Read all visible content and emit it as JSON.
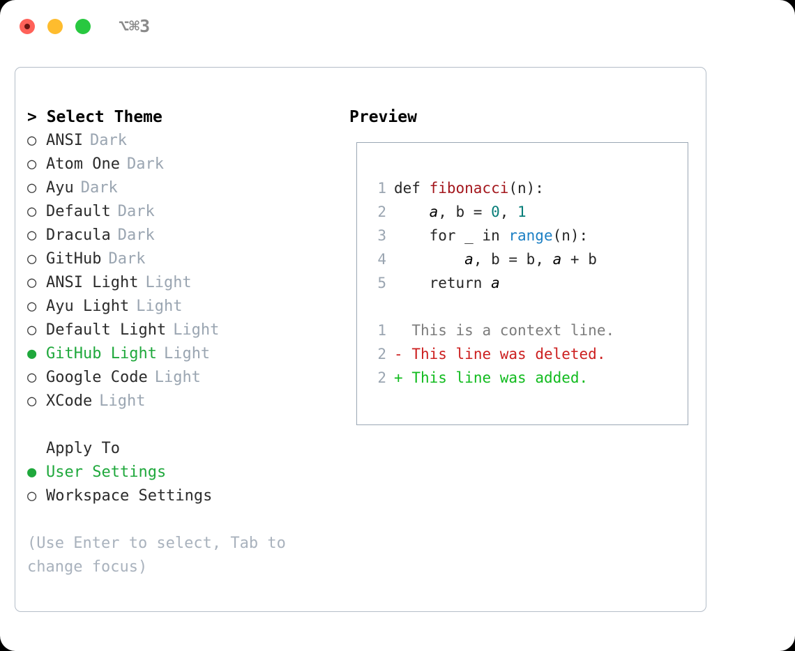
{
  "titlebar": {
    "shortcut": "⌥⌘3",
    "buttons": [
      {
        "name": "close",
        "color": "#ff6159"
      },
      {
        "name": "minimize",
        "color": "#febc2e"
      },
      {
        "name": "zoom",
        "color": "#28c840"
      }
    ]
  },
  "left": {
    "title": "> Select Theme",
    "themes": [
      {
        "marker": "○",
        "label": "ANSI",
        "variant": "Dark",
        "selected": false
      },
      {
        "marker": "○",
        "label": "Atom One",
        "variant": "Dark",
        "selected": false
      },
      {
        "marker": "○",
        "label": "Ayu",
        "variant": "Dark",
        "selected": false
      },
      {
        "marker": "○",
        "label": "Default",
        "variant": "Dark",
        "selected": false
      },
      {
        "marker": "○",
        "label": "Dracula",
        "variant": "Dark",
        "selected": false
      },
      {
        "marker": "○",
        "label": "GitHub",
        "variant": "Dark",
        "selected": false
      },
      {
        "marker": "○",
        "label": "ANSI Light",
        "variant": "Light",
        "selected": false
      },
      {
        "marker": "○",
        "label": "Ayu Light",
        "variant": "Light",
        "selected": false
      },
      {
        "marker": "○",
        "label": "Default Light",
        "variant": "Light",
        "selected": false
      },
      {
        "marker": "●",
        "label": "GitHub Light",
        "variant": "Light",
        "selected": true
      },
      {
        "marker": "○",
        "label": "Google Code",
        "variant": "Light",
        "selected": false
      },
      {
        "marker": "○",
        "label": "XCode",
        "variant": "Light",
        "selected": false
      }
    ],
    "apply_to_label": "Apply To",
    "apply_to": [
      {
        "marker": "●",
        "label": "User Settings",
        "selected": true
      },
      {
        "marker": "○",
        "label": "Workspace Settings",
        "selected": false
      }
    ],
    "hint": "(Use Enter to select, Tab to change focus)"
  },
  "right": {
    "title": "Preview",
    "code_lines": [
      {
        "no": "1",
        "segments": [
          {
            "text": "def ",
            "style": "plain"
          },
          {
            "text": "fibonacci",
            "style": "fn"
          },
          {
            "text": "(n):",
            "style": "plain"
          }
        ]
      },
      {
        "no": "2",
        "segments": [
          {
            "text": "    ",
            "style": "plain"
          },
          {
            "text": "a",
            "style": "var"
          },
          {
            "text": ", b = ",
            "style": "plain"
          },
          {
            "text": "0",
            "style": "num"
          },
          {
            "text": ", ",
            "style": "plain"
          },
          {
            "text": "1",
            "style": "num"
          }
        ]
      },
      {
        "no": "3",
        "segments": [
          {
            "text": "    for _ in ",
            "style": "plain"
          },
          {
            "text": "range",
            "style": "call"
          },
          {
            "text": "(n):",
            "style": "plain"
          }
        ]
      },
      {
        "no": "4",
        "segments": [
          {
            "text": "        ",
            "style": "plain"
          },
          {
            "text": "a",
            "style": "var"
          },
          {
            "text": ", b = b, ",
            "style": "plain"
          },
          {
            "text": "a",
            "style": "var"
          },
          {
            "text": " + b",
            "style": "plain"
          }
        ]
      },
      {
        "no": "5",
        "segments": [
          {
            "text": "    return ",
            "style": "plain"
          },
          {
            "text": "a",
            "style": "var"
          }
        ]
      }
    ],
    "diff_lines": [
      {
        "no": "1",
        "sign": " ",
        "text": "This is a context line.",
        "kind": "context"
      },
      {
        "no": "2",
        "sign": "-",
        "text": "This line was deleted.",
        "kind": "deleted"
      },
      {
        "no": "2",
        "sign": "+",
        "text": "This line was added.",
        "kind": "added"
      }
    ]
  },
  "colors": {
    "accent_green": "#1fa83c",
    "muted": "#9aa5b1",
    "border": "#b4bdc8",
    "preview_border": "#9aa7b4",
    "fn": "#a3161c",
    "num": "#077d78",
    "call": "#1b7fc4",
    "diff_add": "#11bb1e",
    "diff_del": "#cc1f1f"
  }
}
